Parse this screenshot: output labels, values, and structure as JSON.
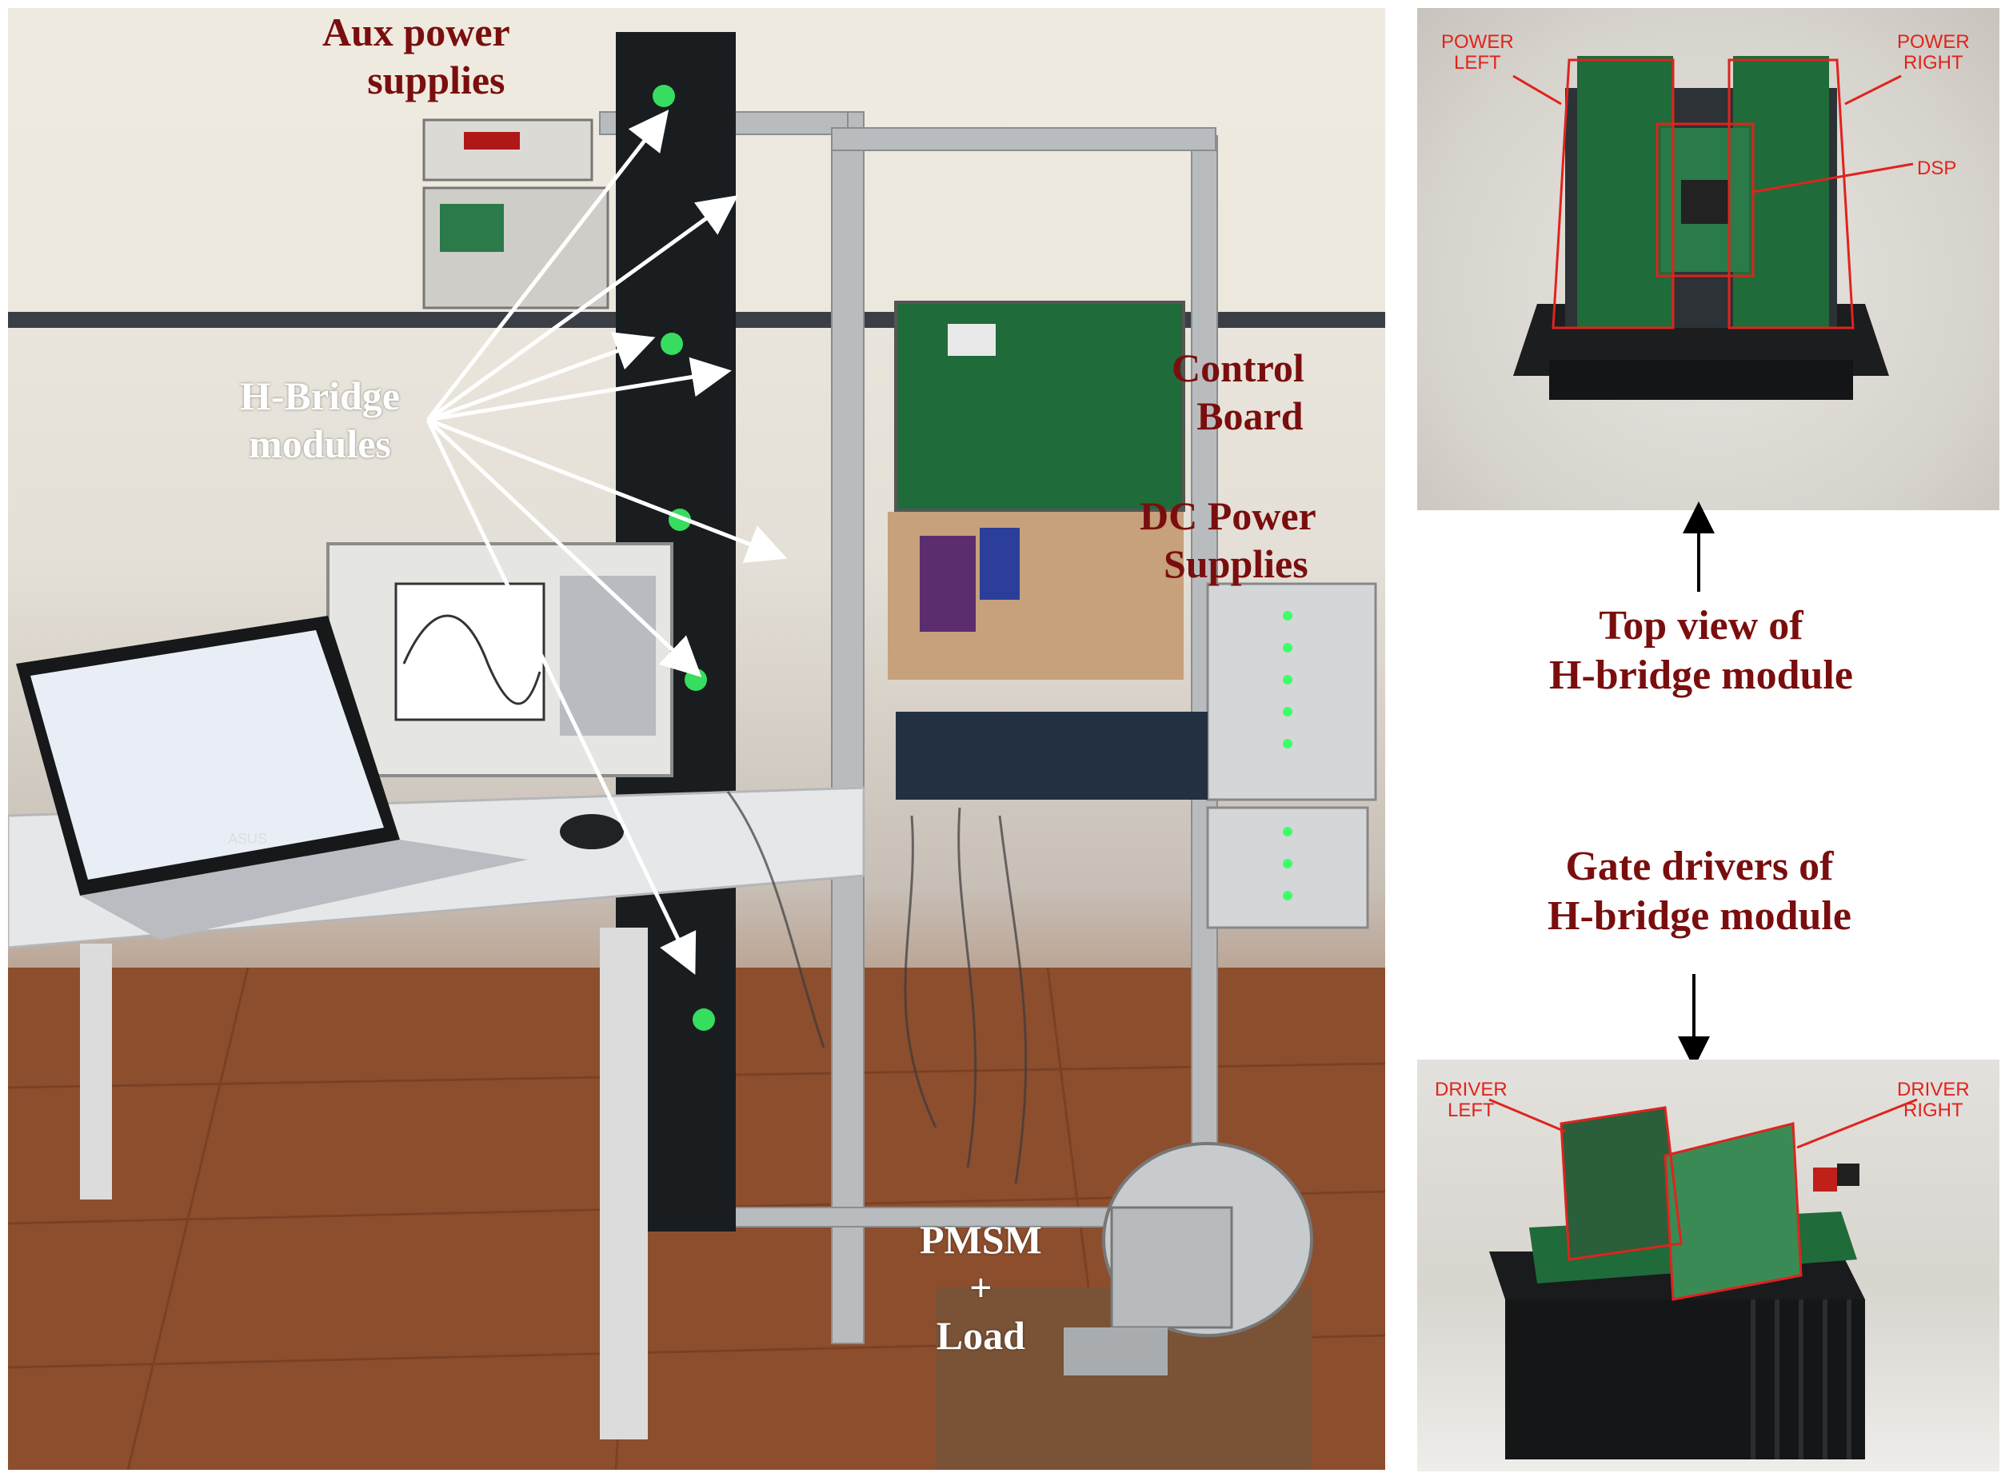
{
  "labels": {
    "aux_power": [
      "Aux power",
      "supplies"
    ],
    "h_bridge": [
      "H-Bridge",
      "modules"
    ],
    "control_board": [
      "Control",
      "Board"
    ],
    "dc_power": [
      "DC Power",
      "Supplies"
    ],
    "pmsm": [
      "PMSM",
      "+",
      "Load"
    ],
    "top_view": [
      "Top view of",
      "H-bridge module"
    ],
    "gate_drivers": [
      "Gate drivers of",
      "H-bridge module"
    ]
  },
  "tags": {
    "power_left": [
      "POWER",
      "LEFT"
    ],
    "power_right": [
      "POWER",
      "RIGHT"
    ],
    "dsp": "DSP",
    "driver_left": [
      "DRIVER",
      "LEFT"
    ],
    "driver_right": [
      "DRIVER",
      "RIGHT"
    ],
    "laptop_brand": "ASUS"
  },
  "colors": {
    "label_red": "#7a0e0e",
    "annotation_red": "#e0231c",
    "arrow_white": "#ffffff",
    "board_green": "#1f6b3a",
    "led_green": "#3cff6a"
  }
}
